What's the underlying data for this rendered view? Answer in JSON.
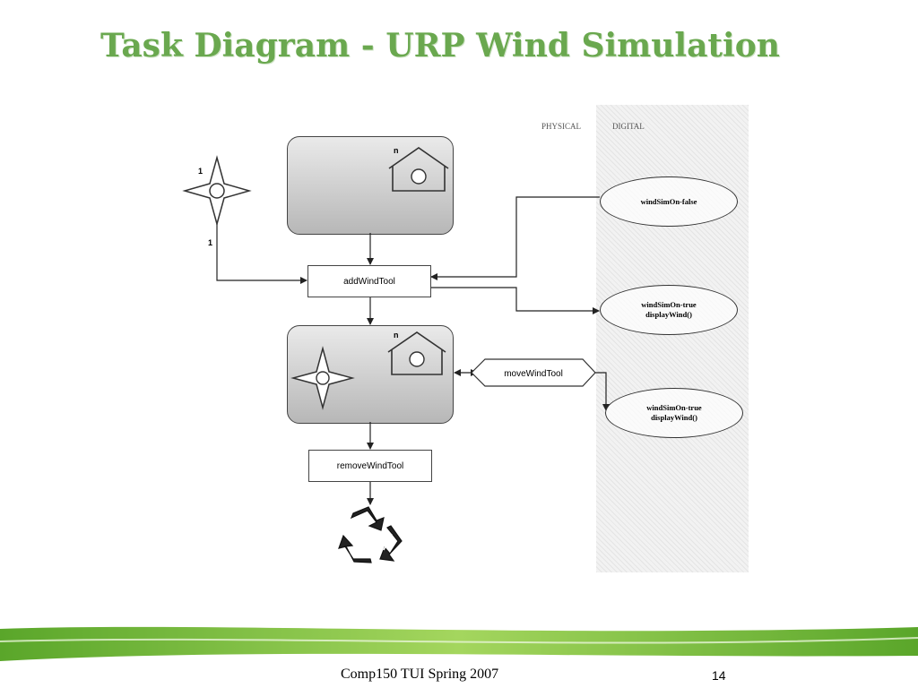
{
  "slide": {
    "title": "Task Diagram - URP Wind Simulation",
    "footer_course": "Comp150 TUI Spring 2007",
    "page_number": "14"
  },
  "zones": {
    "physical_label": "PHYSICAL",
    "digital_label": "DIGITAL"
  },
  "tasks": {
    "add": "addWindTool",
    "move": "moveWindTool",
    "remove": "removeWindTool"
  },
  "states": [
    {
      "line1": "windSimOn-false",
      "line2": ""
    },
    {
      "line1": "windSimOn-true",
      "line2": "displayWind()"
    },
    {
      "line1": "windSimOn-true",
      "line2": "displayWind()"
    }
  ],
  "multiplicity": {
    "star_top": "1",
    "star_bottom": "1",
    "house_top": "n",
    "house_mid": "n"
  },
  "icons": [
    "wind-tool-star-icon",
    "house-icon",
    "recycle-icon"
  ],
  "colors": {
    "title": "#6aa84f",
    "banner_green": "#7cc242",
    "digital_zone": "#f2f2f2"
  }
}
